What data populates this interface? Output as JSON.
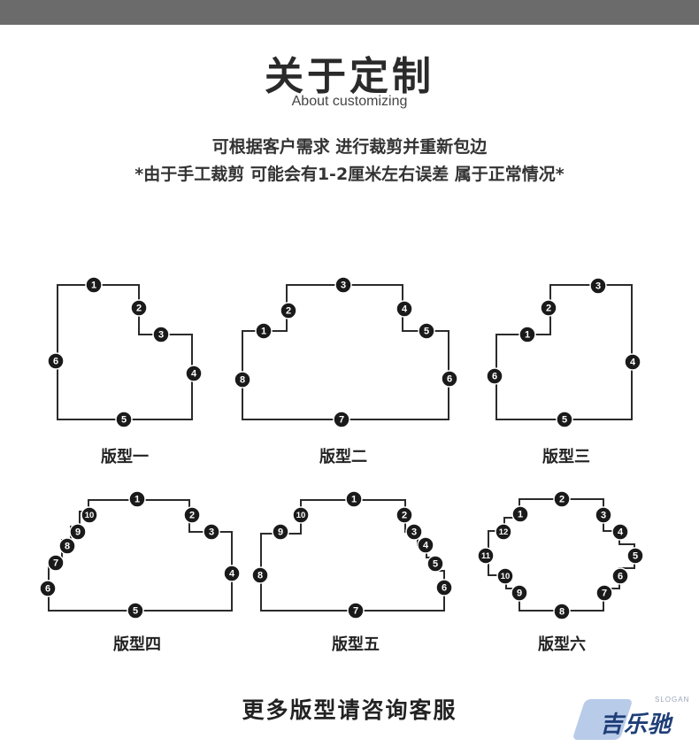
{
  "title": "关于定制",
  "subtitle": "About customizing",
  "desc_line1": "可根据客户需求 进行裁剪并重新包边",
  "desc_line2": "*由于手工裁剪 可能会有1-2厘米左右误差 属于正常情况*",
  "footer": "更多版型请咨询客服",
  "logo": {
    "text": "吉乐驰",
    "slogan": "SLOGAN"
  },
  "colors": {
    "line": "#2b2b2b",
    "marker": "#1a1a1a",
    "marker_text": "#ffffff",
    "top_bar": "#6b6b6b",
    "logo_text": "#1f3e78",
    "logo_bg": "#b8cbe8"
  },
  "shapes": [
    {
      "label": "版型一",
      "markers": [
        "1",
        "2",
        "3",
        "4",
        "5",
        "6"
      ]
    },
    {
      "label": "版型二",
      "markers": [
        "1",
        "2",
        "3",
        "4",
        "5",
        "6",
        "7",
        "8"
      ]
    },
    {
      "label": "版型三",
      "markers": [
        "1",
        "2",
        "3",
        "4",
        "5",
        "6"
      ]
    },
    {
      "label": "版型四",
      "markers": [
        "1",
        "2",
        "3",
        "4",
        "5",
        "6",
        "7",
        "8",
        "9",
        "10"
      ]
    },
    {
      "label": "版型五",
      "markers": [
        "1",
        "2",
        "3",
        "4",
        "5",
        "6",
        "7",
        "8",
        "9",
        "10"
      ]
    },
    {
      "label": "版型六",
      "markers": [
        "1",
        "2",
        "3",
        "4",
        "5",
        "6",
        "7",
        "8",
        "9",
        "10",
        "11",
        "12"
      ]
    }
  ]
}
